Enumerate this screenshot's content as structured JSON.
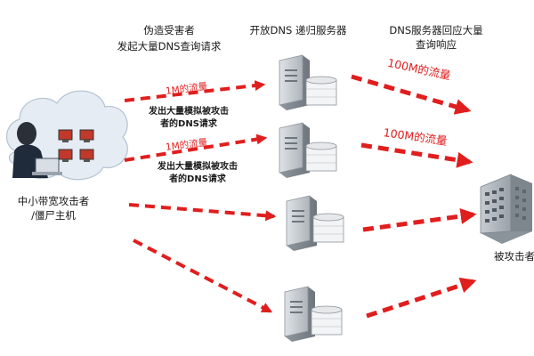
{
  "labels": {
    "spoofed_title_line1": "伪造受害者",
    "spoofed_title_line2": "发起大量DNS查询请求",
    "open_dns_title": "开放DNS 递归服务器",
    "response_title_line1": "DNS服务器回应大量",
    "response_title_line2": "查询响应",
    "attacker_line1": "中小带宽攻击者",
    "attacker_line2": "/僵尸主机",
    "victim": "被攻击者"
  },
  "flows": {
    "request_1": {
      "traffic": "1M的流量",
      "desc_line1": "发出大量模拟被攻击",
      "desc_line2": "者的DNS请求"
    },
    "request_2": {
      "traffic": "1M的流量",
      "desc_line1": "发出大量模拟被攻击",
      "desc_line2": "者的DNS请求"
    },
    "response_1": {
      "traffic": "100M的流量"
    },
    "response_2": {
      "traffic": "100M的流量"
    }
  },
  "icons": {
    "attacker": "hacker-at-laptop-icon",
    "zombie_pc": "zombie-computer-icon",
    "dns_server": "dns-server-tower-icon",
    "victim": "office-building-icon"
  },
  "colors": {
    "arrow_red": "#e01e1e",
    "cloud_fill": "#e6ecf3",
    "server_gray": "#b9bec4",
    "text_dark": "#1a1a1a"
  }
}
